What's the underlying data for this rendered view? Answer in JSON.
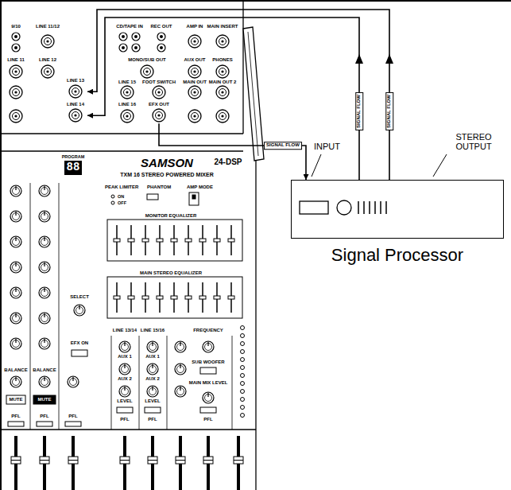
{
  "diagram": {
    "nodes": [
      {
        "text": [
          "LINE 13"
        ]
      },
      {
        "text": [
          "LINE 14"
        ]
      },
      {
        "text": [
          "EFX OUT"
        ]
      },
      {
        "text": [
          "Signal Processor"
        ]
      }
    ],
    "edges": [
      {
        "from": 2,
        "to": 3,
        "arrow": "to",
        "label": "SIGNAL FLOW"
      },
      {
        "from": 3,
        "to": 0,
        "arrow": "to",
        "label": "SIGNAL FLOW"
      },
      {
        "from": 3,
        "to": 1,
        "arrow": "to",
        "label": "SIGNAL FLOW"
      }
    ],
    "labels": [
      "9/10",
      "LINE 11/12",
      "CD/TAPE IN",
      "REC OUT",
      "AMP IN",
      "MAIN INSERT",
      "LINE 11",
      "LINE 12",
      "MONO/SUB OUT",
      "AUX OUT",
      "PHONES",
      "LINE 15",
      "FOOT SWITCH",
      "MAIN OUT",
      "MAIN OUT 2",
      "LINE 16",
      "INPUT",
      "STEREO OUTPUT",
      "PROGRAM",
      "88",
      "SAMSON",
      "24-DSP",
      "TXM 16 STEREO POWERED MIXER",
      "PEAK LIMITER",
      "ON",
      "OFF",
      "PHANTOM",
      "AMP MODE",
      "MONITOR EQUALIZER",
      "MAIN STEREO EQUALIZER",
      "SELECT",
      "EFX ON",
      "LINE 13/14",
      "LINE 15/16",
      "AUX 1",
      "AUX 2",
      "LEVEL",
      "PFL",
      "AUX 1",
      "AUX 2",
      "LEVEL",
      "PFL",
      "FREQUENCY",
      "SUB WOOFER",
      "MAIN MIX LEVEL",
      "PFL",
      "BALANCE",
      "BALANCE",
      "MUTE",
      "MUTE",
      "PFL",
      "PFL",
      "PFL"
    ]
  }
}
